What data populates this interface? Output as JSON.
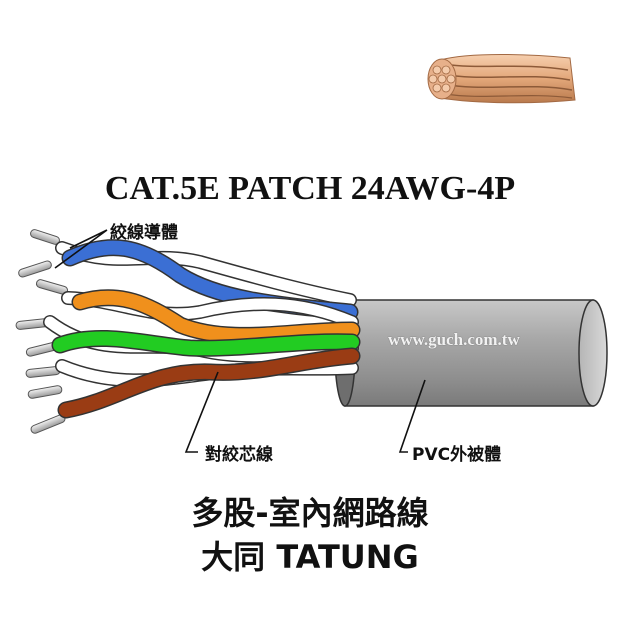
{
  "title": "CAT.5E PATCH 24AWG-4P",
  "callouts": {
    "conductor": "絞線導體",
    "twisted_pair": "對絞芯線",
    "jacket": "PVC外被體"
  },
  "website": "www.guch.com.tw",
  "product": {
    "name": "多股-室內網路線",
    "brand": "大同 TATUNG"
  },
  "colors": {
    "blue_pair": "#3b6fd4",
    "orange_pair": "#f0901c",
    "green_pair": "#22cc22",
    "brown_pair": "#9a3c14",
    "jacket": "#9a9a9a",
    "copper": "#e3a77a"
  }
}
